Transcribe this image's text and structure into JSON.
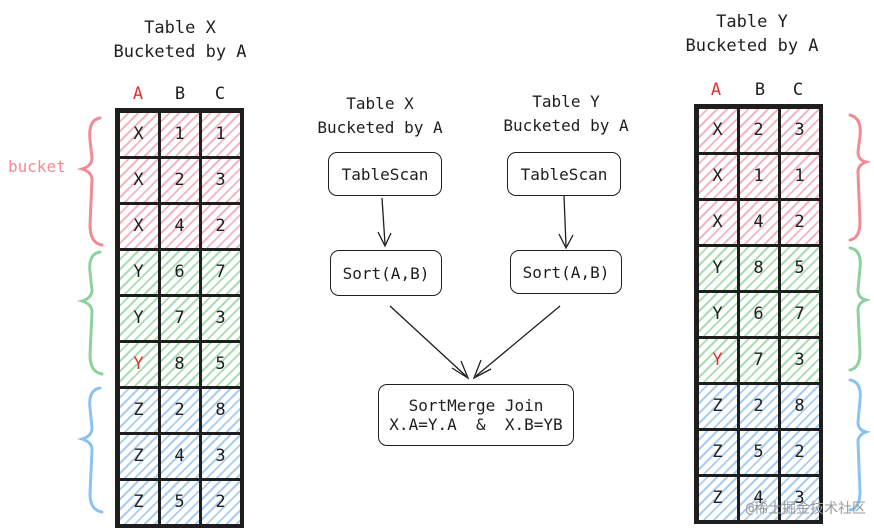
{
  "left_table": {
    "title_line1": "Table X",
    "title_line2": "Bucketed by A",
    "columns": [
      "A",
      "B",
      "C"
    ],
    "rows": [
      [
        "X",
        "1",
        "1"
      ],
      [
        "X",
        "2",
        "3"
      ],
      [
        "X",
        "4",
        "2"
      ],
      [
        "Y",
        "6",
        "7"
      ],
      [
        "Y",
        "7",
        "3"
      ],
      [
        "Y",
        "8",
        "5"
      ],
      [
        "Z",
        "2",
        "8"
      ],
      [
        "Z",
        "4",
        "3"
      ],
      [
        "Z",
        "5",
        "2"
      ]
    ]
  },
  "right_table": {
    "title_line1": "Table Y",
    "title_line2": "Bucketed by A",
    "columns": [
      "A",
      "B",
      "C"
    ],
    "rows": [
      [
        "X",
        "2",
        "3"
      ],
      [
        "X",
        "1",
        "1"
      ],
      [
        "X",
        "4",
        "2"
      ],
      [
        "Y",
        "8",
        "5"
      ],
      [
        "Y",
        "6",
        "7"
      ],
      [
        "Y",
        "7",
        "3"
      ],
      [
        "Z",
        "2",
        "8"
      ],
      [
        "Z",
        "5",
        "2"
      ],
      [
        "Z",
        "4",
        "3"
      ]
    ]
  },
  "bucket_label": "bucket",
  "plan": {
    "left_title_line1": "Table X",
    "left_title_line2": "Bucketed by A",
    "right_title_line1": "Table Y",
    "right_title_line2": "Bucketed by A",
    "scan_label": "TableScan",
    "sort_label": "Sort(A,B)",
    "join_line1": "SortMerge Join",
    "join_line2": "X.A=Y.A  &  X.B=YB"
  },
  "watermark": "@稀土掘金技术社区",
  "colors": {
    "red": "#e03131",
    "bucket_red": "#f28b95",
    "bucket_green": "#8fd19e",
    "bucket_blue": "#8cc2f0",
    "ink": "#1e1e1e"
  }
}
